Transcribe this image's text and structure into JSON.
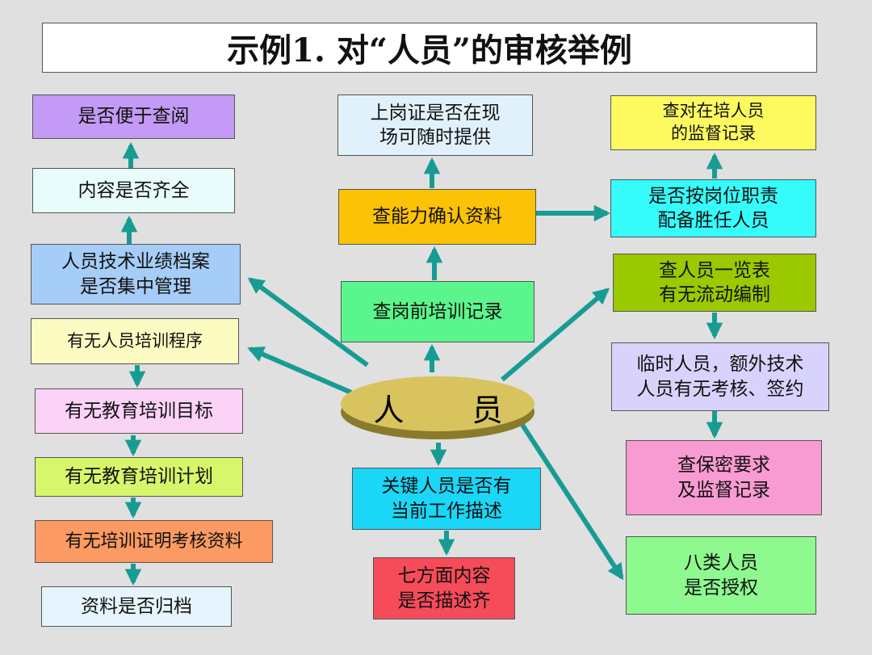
{
  "title": "示例1.    对“人员”的审核举例",
  "center": "人 员",
  "colors": {
    "background": "#e0e0e0",
    "arrow": "#179c93",
    "center_top": "#d8c35e",
    "center_side": "#8a7a2c"
  },
  "left_column": [
    {
      "text": "是否便于查阅",
      "color": "#c39af5"
    },
    {
      "text": "内容是否齐全",
      "color": "#e8fdfb"
    },
    {
      "text": "人员技术业绩档案\n是否集中管理",
      "color": "#a6cdf7"
    },
    {
      "text": "有无人员培训程序",
      "color": "#fcfcc2"
    },
    {
      "text": "有无教育培训目标",
      "color": "#fbd3f6"
    },
    {
      "text": "有无教育培训计划",
      "color": "#d8f66c"
    },
    {
      "text": "有无培训证明考核资料",
      "color": "#fb9a62"
    },
    {
      "text": "资料是否归档",
      "color": "#e6f5fd"
    }
  ],
  "middle_column": [
    {
      "text": "上岗证是否在现\n场可随时提供",
      "color": "#e1f1fb"
    },
    {
      "text": "查能力确认资料",
      "color": "#fbc206"
    },
    {
      "text": "查岗前培训记录",
      "color": "#5af68d"
    },
    {
      "text": "关键人员是否有\n当前工作描述",
      "color": "#1ad6f7"
    },
    {
      "text": "七方面内容\n是否描述齐",
      "color": "#f64b59"
    }
  ],
  "right_column": [
    {
      "text": "查对在培人员\n的监督记录",
      "color": "#fcfa5e"
    },
    {
      "text": "是否按岗位职责\n配备胜任人员",
      "color": "#36fbfb"
    },
    {
      "text": "查人员一览表\n有无流动编制",
      "color": "#9bc900"
    },
    {
      "text": "临时人员，额外技术\n人员有无考核、签约",
      "color": "#d8d3fc"
    },
    {
      "text": "查保密要求\n及监督记录",
      "color": "#f99bd3"
    },
    {
      "text": "八类人员\n是否授权",
      "color": "#8ef98e"
    }
  ]
}
